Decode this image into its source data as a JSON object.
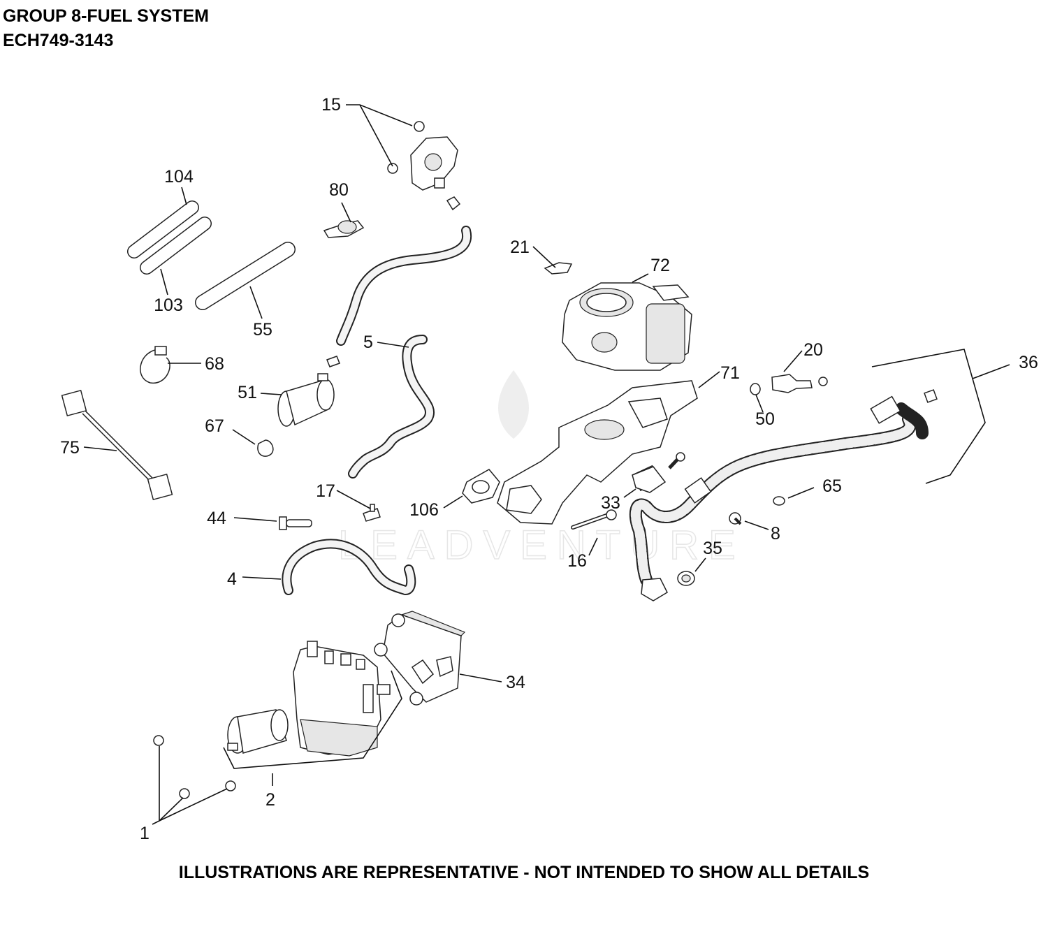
{
  "header": {
    "title": "GROUP 8-FUEL SYSTEM",
    "model": "ECH749-3143"
  },
  "footer": "ILLUSTRATIONS ARE REPRESENTATIVE - NOT INTENDED TO SHOW ALL DETAILS",
  "watermark": "LEADVENTURE",
  "callouts": [
    {
      "id": "15",
      "text": "15"
    },
    {
      "id": "104",
      "text": "104"
    },
    {
      "id": "80",
      "text": "80"
    },
    {
      "id": "21",
      "text": "21"
    },
    {
      "id": "72",
      "text": "72"
    },
    {
      "id": "103",
      "text": "103"
    },
    {
      "id": "55",
      "text": "55"
    },
    {
      "id": "5",
      "text": "5"
    },
    {
      "id": "20",
      "text": "20"
    },
    {
      "id": "36",
      "text": "36"
    },
    {
      "id": "68",
      "text": "68"
    },
    {
      "id": "71",
      "text": "71"
    },
    {
      "id": "51",
      "text": "51"
    },
    {
      "id": "50",
      "text": "50"
    },
    {
      "id": "67",
      "text": "67"
    },
    {
      "id": "75",
      "text": "75"
    },
    {
      "id": "65",
      "text": "65"
    },
    {
      "id": "17",
      "text": "17"
    },
    {
      "id": "106",
      "text": "106"
    },
    {
      "id": "33",
      "text": "33"
    },
    {
      "id": "44",
      "text": "44"
    },
    {
      "id": "8",
      "text": "8"
    },
    {
      "id": "16",
      "text": "16"
    },
    {
      "id": "35",
      "text": "35"
    },
    {
      "id": "4",
      "text": "4"
    },
    {
      "id": "34",
      "text": "34"
    },
    {
      "id": "2",
      "text": "2"
    },
    {
      "id": "1",
      "text": "1"
    }
  ]
}
